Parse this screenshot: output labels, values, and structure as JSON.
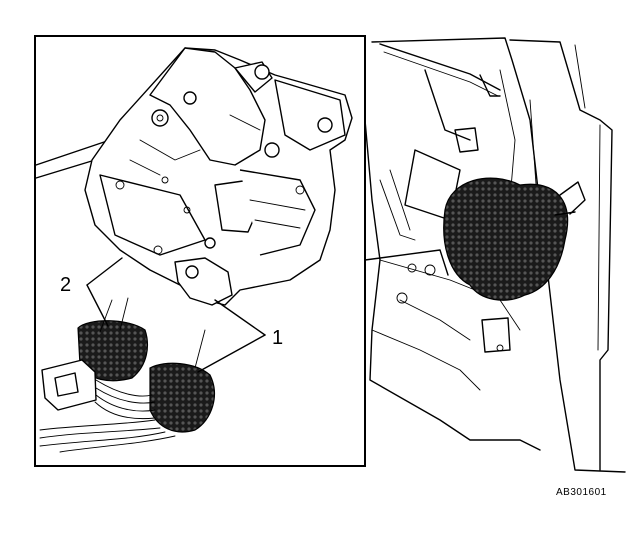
{
  "callouts": {
    "one": "1",
    "two": "2"
  },
  "reference_code": "AB301601"
}
